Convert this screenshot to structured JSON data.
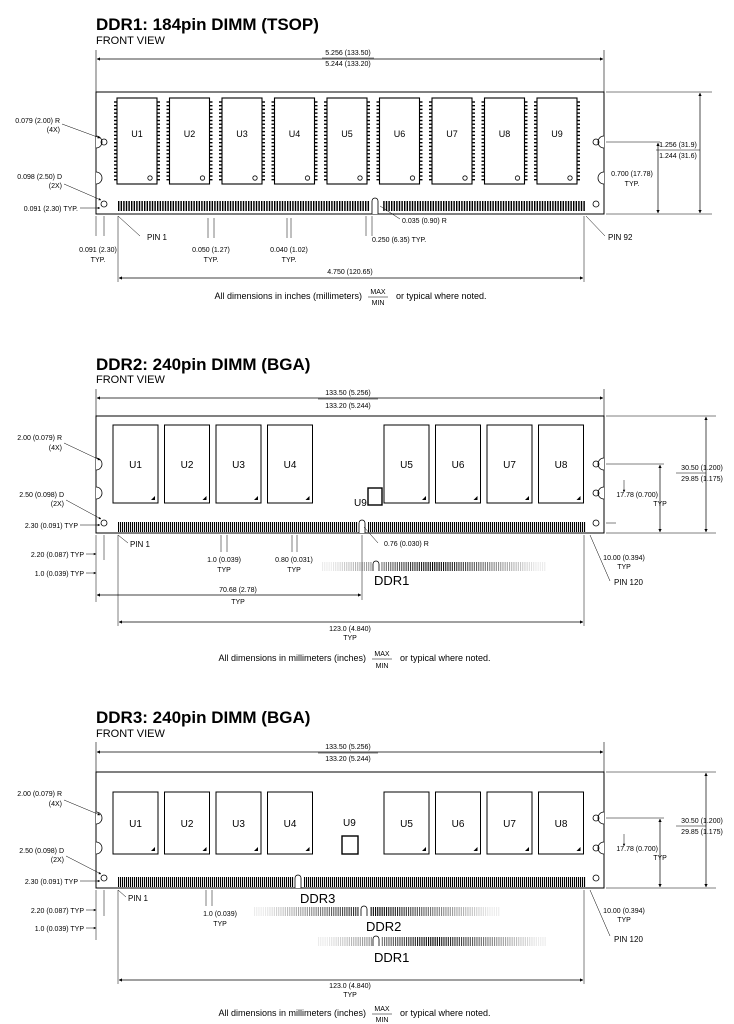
{
  "colors": {
    "ink": "#000000",
    "paper": "#ffffff",
    "chip_fill": "#ffffff"
  },
  "sections": [
    {
      "title": "DDR1: 184pin DIMM (TSOP)",
      "view": "FRONT VIEW",
      "chips": [
        "U1",
        "U2",
        "U3",
        "U4",
        "U5",
        "U6",
        "U7",
        "U8",
        "U9"
      ],
      "labels": {
        "width_max": "5.256 (133.50)",
        "width_min": "5.244 (133.20)",
        "hole_r": "0.079 (2.00) R",
        "hole_r_count": "(4X)",
        "hole_d": "0.098 (2.50) D",
        "hole_d_count": "(2X)",
        "edge_typ": "0.091 (2.30) TYP.",
        "left_offset": "0.091 (2.30)",
        "left_offset_typ": "TYP.",
        "pin1": "PIN 1",
        "pitch": "0.050 (1.27)",
        "pitch_typ": "TYP.",
        "pad_width": "0.040 (1.02)",
        "pad_width_typ": "TYP.",
        "notch_pos": "0.250 (6.35) TYP.",
        "notch_r": "0.035 (0.90) R",
        "pin_last": "PIN 92",
        "height_max": "1.256 (31.9)",
        "height_min": "1.244 (31.6)",
        "hole_height": "0.700 (17.78)",
        "hole_height_typ": "TYP.",
        "pins_span": "4.750 (120.65)"
      },
      "footnote": {
        "prefix": "All dimensions in inches (millimeters)",
        "max": "MAX",
        "min": "MIN",
        "suffix": "or typical where noted."
      }
    },
    {
      "title": "DDR2: 240pin DIMM (BGA)",
      "view": "FRONT VIEW",
      "chips_left": [
        "U1",
        "U2",
        "U3",
        "U4"
      ],
      "chips_right": [
        "U5",
        "U6",
        "U7",
        "U8"
      ],
      "chip_center": "U9",
      "labels": {
        "width_max": "133.50 (5.256)",
        "width_min": "133.20 (5.244)",
        "hole_r": "2.00 (0.079) R",
        "hole_r_count": "(4X)",
        "hole_d": "2.50 (0.098) D",
        "hole_d_count": "(2X)",
        "edge_typ": "2.30 (0.091) TYP",
        "pin1": "PIN 1",
        "left_a": "2.20 (0.087) TYP",
        "left_b": "1.0 (0.039) TYP",
        "pitch": "1.0 (0.039)",
        "pitch_typ": "TYP",
        "pad_width": "0.80 (0.031)",
        "pad_width_typ": "TYP",
        "notch_r": "0.76 (0.030) R",
        "notch_pos": "70.68 (2.78)",
        "notch_pos_typ": "TYP",
        "ghost": "DDR1",
        "pins_span": "123.0 (4.840)",
        "pins_span_typ": "TYP",
        "height_max": "30.50 (1.200)",
        "height_min": "29.85 (1.175)",
        "hole_height": "17.78 (0.700)",
        "hole_height_typ": "TYP",
        "bottom_height": "10.00 (0.394)",
        "bottom_height_typ": "TYP",
        "pin_last": "PIN 120"
      },
      "footnote": {
        "prefix": "All dimensions in millimeters (inches)",
        "max": "MAX",
        "min": "MIN",
        "suffix": "or typical where noted."
      }
    },
    {
      "title": "DDR3: 240pin DIMM (BGA)",
      "view": "FRONT VIEW",
      "chips_left": [
        "U1",
        "U2",
        "U3",
        "U4"
      ],
      "chips_right": [
        "U5",
        "U6",
        "U7",
        "U8"
      ],
      "chip_center": "U9",
      "labels": {
        "width_max": "133.50 (5.256)",
        "width_min": "133.20 (5.244)",
        "hole_r": "2.00 (0.079) R",
        "hole_r_count": "(4X)",
        "hole_d": "2.50 (0.098) D",
        "hole_d_count": "(2X)",
        "edge_typ": "2.30 (0.091) TYP",
        "pin1": "PIN 1",
        "left_a": "2.20 (0.087) TYP",
        "left_b": "1.0 (0.039) TYP",
        "pitch": "1.0 (0.039)",
        "pitch_typ": "TYP",
        "ghost_ddr3": "DDR3",
        "ghost_ddr2": "DDR2",
        "ghost_ddr1": "DDR1",
        "pins_span": "123.0 (4.840)",
        "pins_span_typ": "TYP",
        "height_max": "30.50 (1.200)",
        "height_min": "29.85 (1.175)",
        "hole_height": "17.78 (0.700)",
        "hole_height_typ": "TYP",
        "bottom_height": "10.00 (0.394)",
        "bottom_height_typ": "TYP",
        "pin_last": "PIN 120"
      },
      "footnote": {
        "prefix": "All dimensions in millimeters (inches)",
        "max": "MAX",
        "min": "MIN",
        "suffix": "or typical where noted."
      }
    }
  ]
}
